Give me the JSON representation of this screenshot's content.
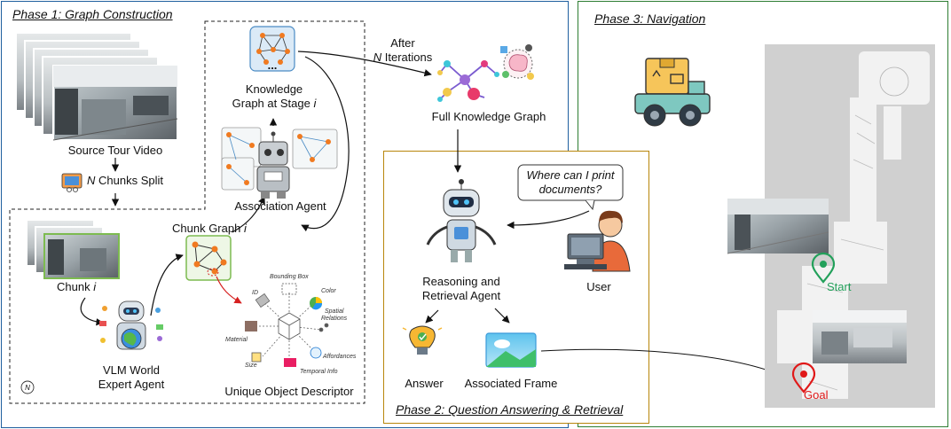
{
  "phase1": {
    "title": "Phase 1: Graph Construction",
    "source_video": "Source Tour Video",
    "chunks_split_n": "N",
    "chunks_split": " Chunks Split",
    "chunk_label": "Chunk ",
    "chunk_i": "i",
    "vlm_agent": [
      "VLM World",
      "Expert Agent"
    ],
    "chunk_graph": "Chunk Graph ",
    "chunk_graph_i": "i",
    "descriptor_title": "Unique Object Descriptor",
    "descriptor_attrs": [
      "Bounding Box",
      "Color",
      "Spatial",
      "Relations",
      "Affordances",
      "Temporal Info",
      "Size",
      "Material",
      "ID"
    ],
    "association_agent": "Association Agent",
    "kg_line1": "Knowledge",
    "kg_line2": "Graph at Stage ",
    "kg_i": "i",
    "kg_dots": "...",
    "loop_icon": "N"
  },
  "after": {
    "line1": "After",
    "n": "N",
    "line2": " Iterations"
  },
  "full_kg": "Full Knowledge Graph",
  "phase2": {
    "title": "Phase 2: Question Answering & Retrieval",
    "question": [
      "Where can I print",
      "documents?"
    ],
    "user": "User",
    "agent": [
      "Reasoning and",
      "Retrieval Agent"
    ],
    "answer": "Answer",
    "frame": "Associated Frame"
  },
  "phase3": {
    "title": "Phase 3: Navigation",
    "start": "Start",
    "goal": "Goal"
  },
  "colors": {
    "phase1_border": "#1f5f9e",
    "phase2_border": "#b8860b",
    "phase3_border": "#2e7d32",
    "start": "#22a05a",
    "goal": "#e01818",
    "red_arrow": "#d62020"
  }
}
